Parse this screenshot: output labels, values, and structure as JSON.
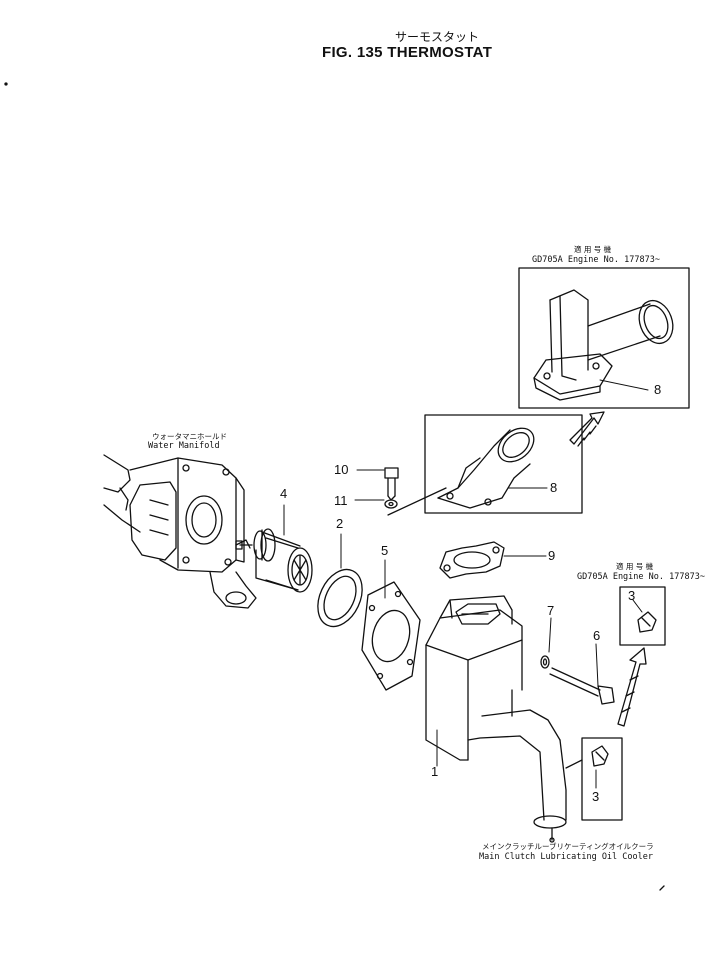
{
  "figure": {
    "title_jp": "サーモスタット",
    "title": "FIG. 135  THERMOSTAT"
  },
  "labels": {
    "water_manifold_jp": "ウォータマニホールド",
    "water_manifold": "Water Manifold",
    "applicable_jp_top": "適 用 号 機",
    "applicable_top": "GD705A  Engine No. 177873~",
    "applicable_jp_right": "適 用 号 機",
    "applicable_right": "GD705A  Engine No. 177873~",
    "oil_cooler_jp": "メインクラッチルーブリケーティングオイルクーラ",
    "oil_cooler": "Main Clutch Lubricating Oil Cooler"
  },
  "callouts": {
    "c1": "1",
    "c2": "2",
    "c3a": "3",
    "c3b": "3",
    "c4": "4",
    "c5": "5",
    "c6": "6",
    "c7": "7",
    "c8a": "8",
    "c8b": "8",
    "c9": "9",
    "c10": "10",
    "c11": "11"
  }
}
